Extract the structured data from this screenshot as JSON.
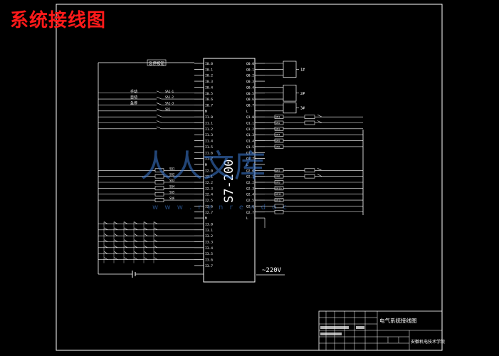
{
  "page": {
    "title": "系统接线图"
  },
  "colors": {
    "background": "#000000",
    "lines": "#ffffff",
    "title": "#ff1a1a",
    "watermark": "#3f7fd9"
  },
  "plc": {
    "model": "S7-200",
    "supply": "~220V",
    "inputs": [
      "I0.0",
      "I0.1",
      "I0.2",
      "I0.3",
      "I0.4",
      "I0.5",
      "I0.6",
      "I0.7",
      "M",
      "I1.0",
      "I1.1",
      "I1.2",
      "I1.3",
      "I1.4",
      "I1.5",
      "I1.6",
      "I1.7",
      "M",
      "I2.0",
      "I2.1",
      "I2.2",
      "I2.3",
      "I2.4",
      "I2.5",
      "I2.6",
      "I2.7",
      "M",
      "I3.0",
      "I3.1",
      "I3.2",
      "I3.3",
      "I3.4",
      "I3.5",
      "I3.6",
      "I3.7"
    ],
    "outputs": [
      "Q0.0",
      "Q0.1",
      "Q0.2",
      "Q0.3",
      "Q0.4",
      "Q0.5",
      "Q0.6",
      "Q0.7",
      "L",
      "Q1.0",
      "Q1.1",
      "Q1.2",
      "Q1.3",
      "Q1.4",
      "Q1.5",
      "Q1.6",
      "Q1.7",
      "L",
      "Q2.0",
      "Q2.1",
      "Q2.2",
      "Q2.3",
      "Q2.4",
      "Q2.5",
      "Q2.6",
      "Q2.7",
      "L"
    ]
  },
  "input_labels": {
    "estop": "急停按钮",
    "switches": [
      "手动",
      "自动",
      "急停"
    ],
    "switch_codes": [
      "SA1-1",
      "SA1-2",
      "SA1-3",
      "SB1"
    ],
    "limits": [
      "SQ1",
      "SQ2",
      "SQ3",
      "SQ4",
      "SQ5",
      "SQ6"
    ]
  },
  "output_labels": {
    "drives": [
      "1#",
      "2#",
      "3#"
    ],
    "contactors": [
      "KM1",
      "KM2",
      "KM3",
      "KM4",
      "KM5",
      "KM6",
      "KM7",
      "KM8",
      "KM9",
      "KM10",
      "KM11",
      "KM12"
    ]
  },
  "title_block": {
    "drawing_name": "电气系统接线图",
    "school": "安徽机电技术学院"
  }
}
